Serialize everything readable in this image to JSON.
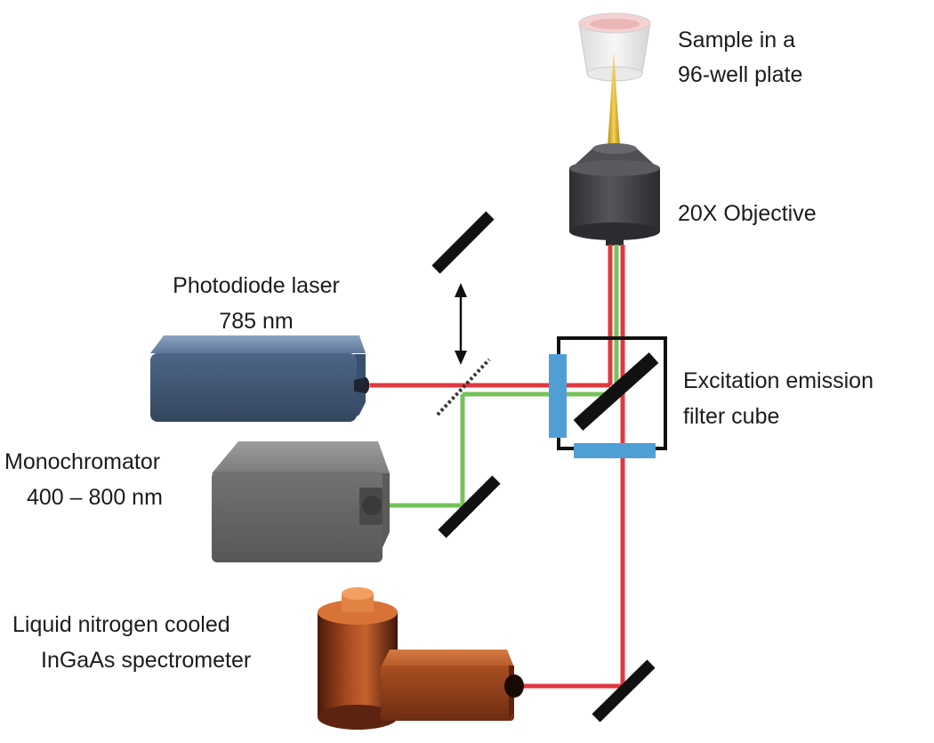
{
  "labels": {
    "sample": {
      "line1": "Sample in a",
      "line2": "96-well plate"
    },
    "objective": "20X Objective",
    "laser": {
      "line1": "Photodiode laser",
      "line2": "785 nm"
    },
    "filter_cube": {
      "line1": "Excitation emission",
      "line2": "filter cube"
    },
    "monochromator": {
      "line1": "Monochromator",
      "line2": "400 – 800 nm"
    },
    "spectrometer": {
      "line1": "Liquid nitrogen cooled",
      "line2": "InGaAs spectrometer"
    }
  },
  "colors": {
    "laser_beam": "#e0383f",
    "mono_beam": "#74c35a",
    "filter": "#4f9fd6",
    "mirror": "#111111",
    "laser_body": "#4a6384",
    "monochromator_body": "#6e6e6e",
    "objective_body": "#3e3f45",
    "spectrometer_body": "#9b4322"
  }
}
